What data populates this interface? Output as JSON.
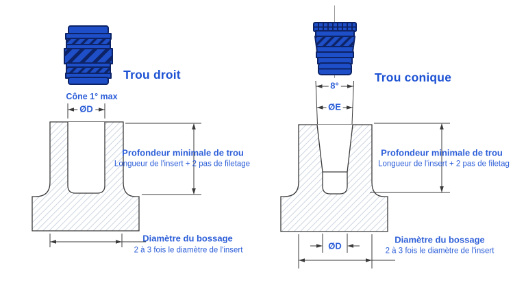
{
  "colors": {
    "label_blue": "#2c5ed8",
    "header_blue": "#1c51d3",
    "drawing_line": "#3a3a3a",
    "hatch_line": "#ccd5e0",
    "insert_body_blue": "#1e4fc8",
    "insert_outline_navy": "#0d2366",
    "centerline_gray": "#999999"
  },
  "left": {
    "title": "Trou droit",
    "cone_note": "Cône 1° max",
    "hole_dim": "ØD",
    "depth_label": "Profondeur minimale de trou",
    "depth_sub": "Longueur de l'insert + 2 pas de filetage",
    "boss_label": "Diamètre du bossage",
    "boss_sub": "2 à 3 fois le diamètre de l'insert"
  },
  "right": {
    "title": "Trou conique",
    "angle_dim": "8°",
    "top_dia_dim": "ØE",
    "hole_dim": "ØD",
    "depth_label": "Profondeur minimale de trou",
    "depth_sub": "Longueur de l'insert + 2 pas de filetag",
    "boss_label": "Diamètre du bossage",
    "boss_sub": "2 à 3 fois le diamètre de l'insert"
  }
}
